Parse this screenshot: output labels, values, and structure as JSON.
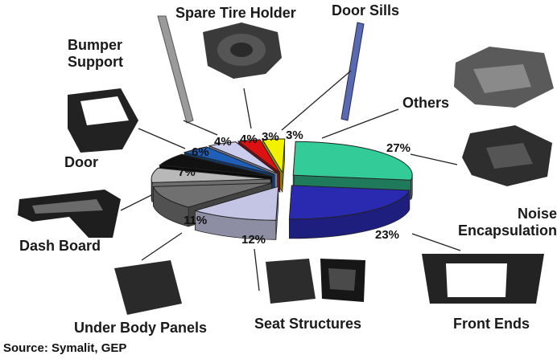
{
  "chart_data": {
    "type": "pie",
    "title": "",
    "slices": [
      {
        "label": "Noise Encapsulation",
        "value": 27,
        "pct_text": "27%",
        "color": "#33cc99"
      },
      {
        "label": "Front Ends",
        "value": 23,
        "pct_text": "23%",
        "color": "#2a2ab0"
      },
      {
        "label": "Seat Structures",
        "value": 12,
        "pct_text": "12%",
        "color": "#c4c4e4"
      },
      {
        "label": "Under Body Panels",
        "value": 11,
        "pct_text": "11%",
        "color": "#707070"
      },
      {
        "label": "Dash Board",
        "value": 7,
        "pct_text": "7%",
        "color": "#b8b8b8"
      },
      {
        "label": "Door",
        "value": 6,
        "pct_text": "6%",
        "color": "#111111"
      },
      {
        "label": "Bumper Support",
        "value": 4,
        "pct_text": "4%",
        "color": "#1f5fb8"
      },
      {
        "label": "Spare Tire Holder",
        "value": 4,
        "pct_text": "4%",
        "color": "#ccccec"
      },
      {
        "label": "Door Sills",
        "value": 3,
        "pct_text": "3%",
        "color": "#dd1111"
      },
      {
        "label": "Others",
        "value": 3,
        "pct_text": "3%",
        "color": "#f2f200"
      }
    ],
    "legend": "none"
  },
  "source": "Source: Symalit, GEP"
}
